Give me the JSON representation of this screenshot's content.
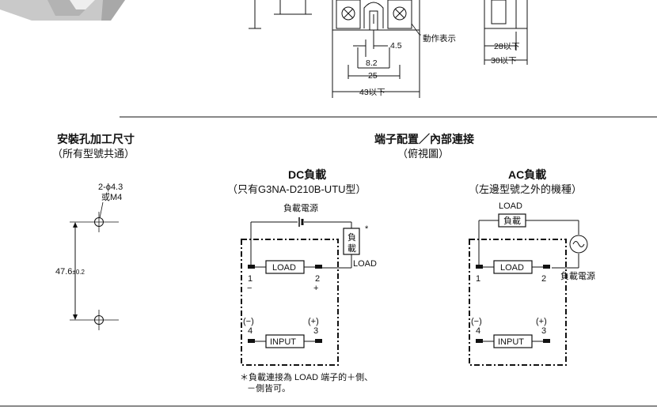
{
  "top_dims": {
    "d_4_5": "4.5",
    "d_8_2": "8.2",
    "d_25": "25",
    "d_43": "43以下",
    "d_28": "28以下",
    "d_30": "30以下",
    "indicator_label": "動作表示"
  },
  "mounting": {
    "title": "安裝孔加工尺寸",
    "subtitle": "（所有型號共通）",
    "hole_spec_line1": "2-ϕ4.3",
    "hole_spec_line2": "或M4",
    "pitch_value": "47.6",
    "pitch_tol": "±0.2"
  },
  "terminals": {
    "title": "端子配置／內部連接",
    "subtitle": "（俯視圖）"
  },
  "dc": {
    "title": "DC負載",
    "subtitle": "（只有G3NA-D210B-UTU型）",
    "supply_label": "負載電源",
    "load_box_char1": "負",
    "load_box_char2": "載",
    "asterisk": "*",
    "load_tag": "LOAD",
    "output_box": "LOAD",
    "input_box": "INPUT",
    "pin1": "1",
    "pin1_sign": "−",
    "pin2": "2",
    "pin2_sign": "+",
    "pin4_sign": "(−)",
    "pin4": "4",
    "pin3_sign": "(+)",
    "pin3": "3",
    "note_line1": "＊負載連接為 LOAD 端子的＋側、",
    "note_line2": "－側皆可。"
  },
  "ac": {
    "title": "AC負載",
    "subtitle": "（左邊型號之外的機種）",
    "load_tag": "LOAD",
    "load_box": "負載",
    "supply_label": "負載電源",
    "output_box": "LOAD",
    "input_box": "INPUT",
    "pin1": "1",
    "pin2": "2",
    "pin4_sign": "(−)",
    "pin4": "4",
    "pin3_sign": "(+)",
    "pin3": "3"
  }
}
